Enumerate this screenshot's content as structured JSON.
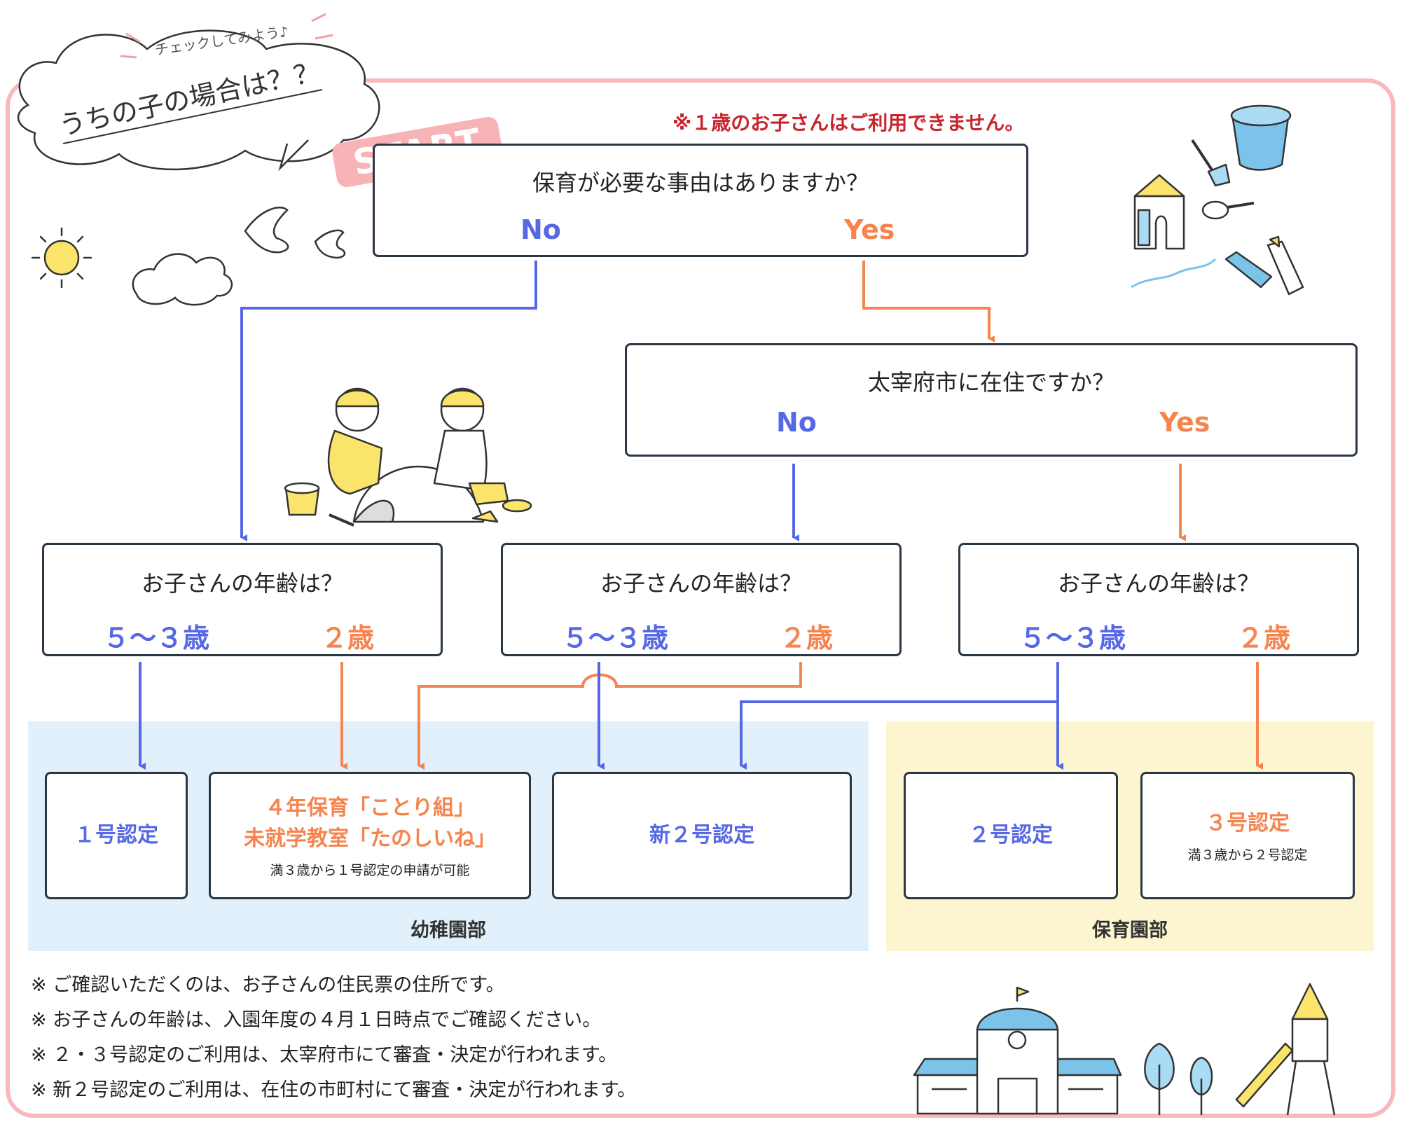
{
  "heading": {
    "small": "チェックしてみよう♪",
    "main": "うちの子の場合は？？"
  },
  "start_label": "START",
  "warning": "※１歳のお子さんはご利用できません。",
  "q1": {
    "text": "保育が必要な事由はありますか？",
    "no": "No",
    "yes": "Yes"
  },
  "q2": {
    "text": "太宰府市に在住ですか？",
    "no": "No",
    "yes": "Yes"
  },
  "age_questions": [
    {
      "text": "お子さんの年齢は？",
      "older": "５〜３歳",
      "younger": "２歳"
    },
    {
      "text": "お子さんの年齢は？",
      "older": "５〜３歳",
      "younger": "２歳"
    },
    {
      "text": "お子さんの年齢は？",
      "older": "５〜３歳",
      "younger": "２歳"
    }
  ],
  "results": {
    "r1": "１号認定",
    "r2_line1": "４年保育「ことり組」",
    "r2_line2": "未就学教室「たのしいね」",
    "r2_note": "満３歳から１号認定の申請が可能",
    "r3": "新２号認定",
    "r4": "２号認定",
    "r5": "３号認定",
    "r5_note": "満３歳から２号認定"
  },
  "sections": {
    "kindergarten": "幼稚園部",
    "nursery": "保育園部"
  },
  "notes": [
    "※ ご確認いただくのは、お子さんの住民票の住所です。",
    "※ お子さんの年齢は、入園年度の４月１日時点でご確認ください。",
    "※ ２・３号認定のご利用は、太宰府市にて審査・決定が行われます。",
    "※ 新２号認定のご利用は、在住の市町村にて審査・決定が行われます。"
  ],
  "colors": {
    "no_blue": "#5668e4",
    "yes_orange": "#f5844f",
    "warning_red": "#c8252f",
    "frame_pink": "#f8b9bd",
    "kindergarten_bg": "#e1f0fa",
    "nursery_bg": "#fcf5cf"
  },
  "icons": [
    "sun-icon",
    "cloud-icon",
    "bird-icon",
    "sand-toys-icon",
    "children-playing-icon",
    "school-building-icon",
    "tree-icon",
    "slide-icon"
  ]
}
